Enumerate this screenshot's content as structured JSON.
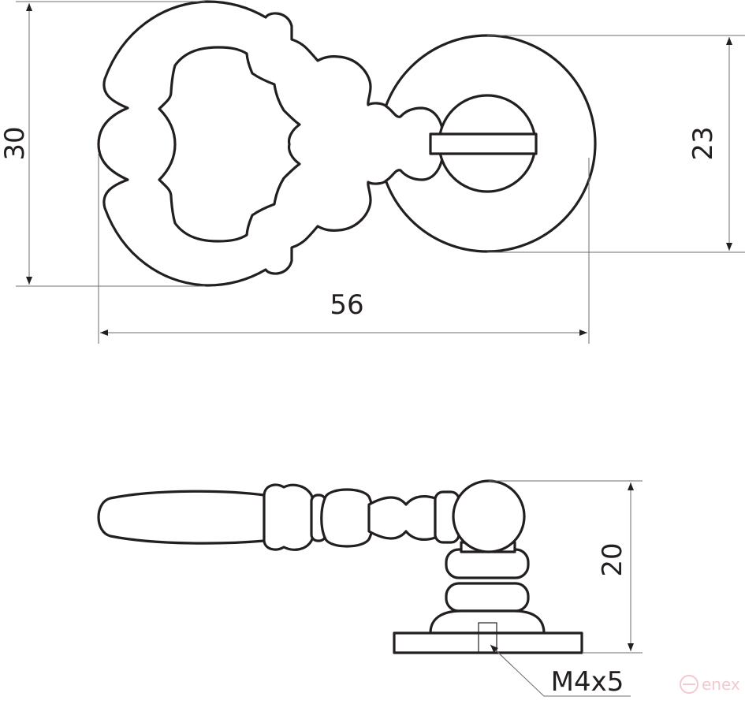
{
  "dimensions": {
    "height_top_view": "30",
    "rosette_diameter": "23",
    "total_length": "56",
    "side_height": "20",
    "thread": "M4x5"
  },
  "watermark": "enex",
  "colors": {
    "line": "#231f20",
    "dimension_line": "#6d6e71",
    "watermark": "#f3c9cf"
  }
}
